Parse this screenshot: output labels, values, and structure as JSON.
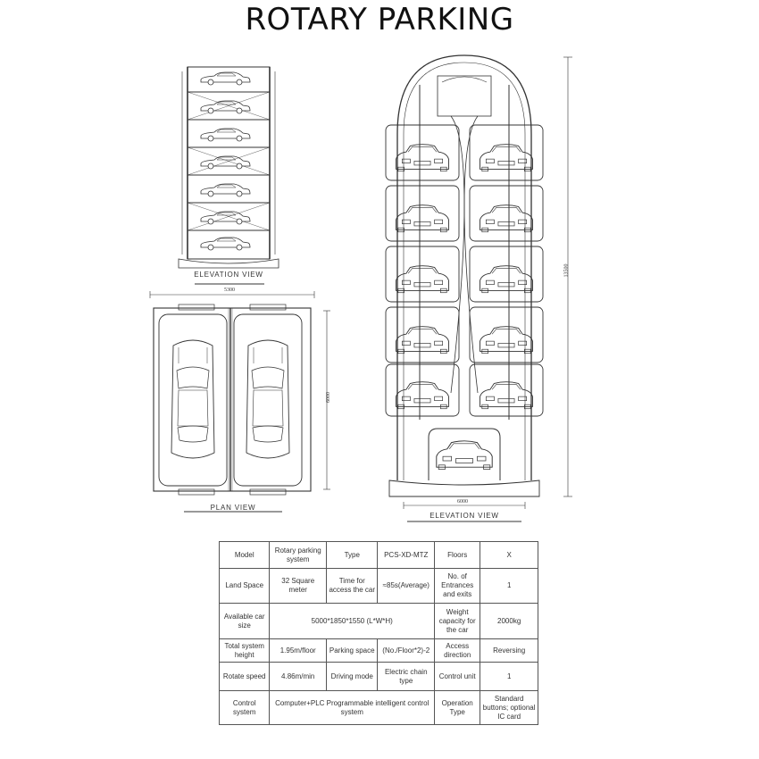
{
  "title": "ROTARY PARKING",
  "views": {
    "elevation_small_label": "ELEVATION VIEW",
    "plan_label": "PLAN VIEW",
    "elevation_large_label": "ELEVATION VIEW",
    "plan_width_dim": "5300",
    "plan_height_dim": "6000",
    "large_height_dim": "13500",
    "large_width_dim": "6000"
  },
  "specs": {
    "rows": [
      [
        "Model",
        "Rotary parking system",
        "Type",
        "PCS-XD-MTZ",
        "Floors",
        "X"
      ],
      [
        "Land Space",
        "32 Square meter",
        "Time for access the car",
        "≈85s(Average)",
        "No. of Entrances and exits",
        "1"
      ],
      [
        "Available car size",
        "5000*1850*1550 (L*W*H)",
        "Weight capacity for the car",
        "2000kg"
      ],
      [
        "Total system height",
        "1.95m/floor",
        "Parking space",
        "(No./Floor*2)-2",
        "Access direction",
        "Reversing"
      ],
      [
        "Rotate speed",
        "4.86m/min",
        "Driving mode",
        "Electric chain type",
        "Control unit",
        "1"
      ],
      [
        "Control system",
        "Computer+PLC Programmable intelligent control system",
        "Operation Type",
        "Standard buttons; optional IC card"
      ]
    ]
  }
}
